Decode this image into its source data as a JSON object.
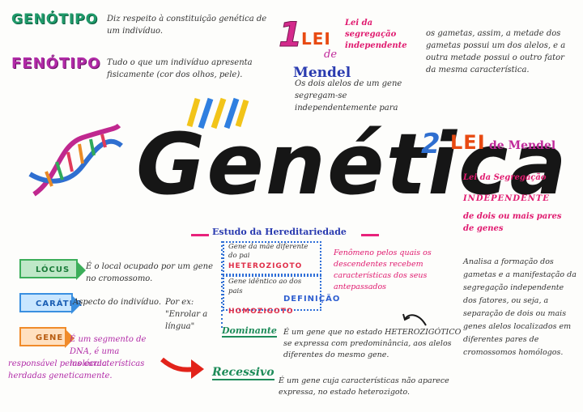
{
  "title": "Genética",
  "genotipo": {
    "term": "GENÓTIPO",
    "text": "Diz respeito à constituição genética de um indivíduo."
  },
  "fenotipo": {
    "term": "FENÓTIPO",
    "text": "Tudo o que um indivíduo apresenta fisicamente (cor dos olhos, pele)."
  },
  "lei1": {
    "number": "1",
    "lei": "LEI",
    "de": "de",
    "mendel": "Mendel",
    "name": "Lei da segregação independente",
    "text_a": "Os dois alelos de um gene segregam-se independentemente para",
    "text_b": "os gametas, assim, a metade dos gametas possui um dos alelos, e a outra metade possui o outro fator da mesma característica."
  },
  "lei2": {
    "number": "2",
    "lei": "LEI",
    "de_mendel": "de Mendel",
    "name_1": "Lei da Segregação",
    "name_2": "INDEPENDENTE",
    "name_3": "de dois ou mais pares de genes",
    "text": "Analisa a formação dos gametas e a manifestação da segregação independente dos fatores, ou seja, a separação de dois ou mais genes alelos localizados em diferentes pares de cromossomos homólogos."
  },
  "estudo": "Estudo da Hereditariedade",
  "heterozigoto": {
    "term": "HETEROZIGOTO",
    "text": "Gene da mãe diferente do pai"
  },
  "homozigoto": {
    "term": "HOMOZIGOTO",
    "text": "Gene idêntico ao dos pais"
  },
  "definicao": {
    "term": "DEFINIÇÃO",
    "text": "Fenômeno pelos quais os descendentes recebem características dos seus antepassados"
  },
  "locus": {
    "term": "LÓCUS",
    "text": "É o local ocupado por um gene no cromossomo."
  },
  "carater": {
    "term": "CARÁTER",
    "text": "Aspecto do indivíduo.",
    "example": "Por ex: \"Enrolar a língua\""
  },
  "gene": {
    "term": "GENE",
    "text_1": "É um segmento de DNA, é uma molécula",
    "text_2": "responsável pelas características herdadas geneticamente."
  },
  "dominante": {
    "term": "Dominante",
    "text": "É um gene que no estado HETEROZIGÓTICO se expressa com predominância, aos alelos diferentes do mesmo gene."
  },
  "recessivo": {
    "term": "Recessivo",
    "text": "É um gene cuja características não aparece expressa, no estado heterozigoto."
  },
  "colors": {
    "green": "#1f9a6a",
    "purple": "#b12aa7",
    "blue": "#2f5fd0",
    "pink": "#e3277d",
    "orange": "#e8801a",
    "red": "#e2231a"
  },
  "icons": [
    "dna-helix-icon",
    "stripes-decoration-icon",
    "red-arrow-icon",
    "curved-arrow-icon"
  ]
}
